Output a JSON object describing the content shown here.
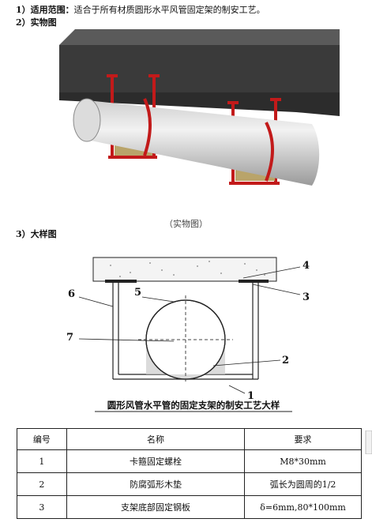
{
  "lines": {
    "scope_label": "1）适用范围：",
    "scope_text": "适合于所有材质圆形水平风管固定架的制安工艺。",
    "photo_heading": "2）实物图",
    "detail_heading": "3）大样图"
  },
  "photo_caption": "（实物图）",
  "drawing": {
    "title": "圆形风管水平管的固定支架的制安工艺大样",
    "callouts": [
      "1",
      "2",
      "3",
      "4",
      "5",
      "6",
      "7"
    ]
  },
  "table": {
    "headers": [
      "编号",
      "名称",
      "要求"
    ],
    "rows": [
      {
        "no": "1",
        "name": "卡箍固定螺栓",
        "req": "M8*30mm"
      },
      {
        "no": "2",
        "name": "防腐弧形木垫",
        "req": "弧长为圆周的1/2"
      },
      {
        "no": "3",
        "name": "支架底部固定钢板",
        "req": "δ=6mm,80*100mm"
      }
    ]
  }
}
